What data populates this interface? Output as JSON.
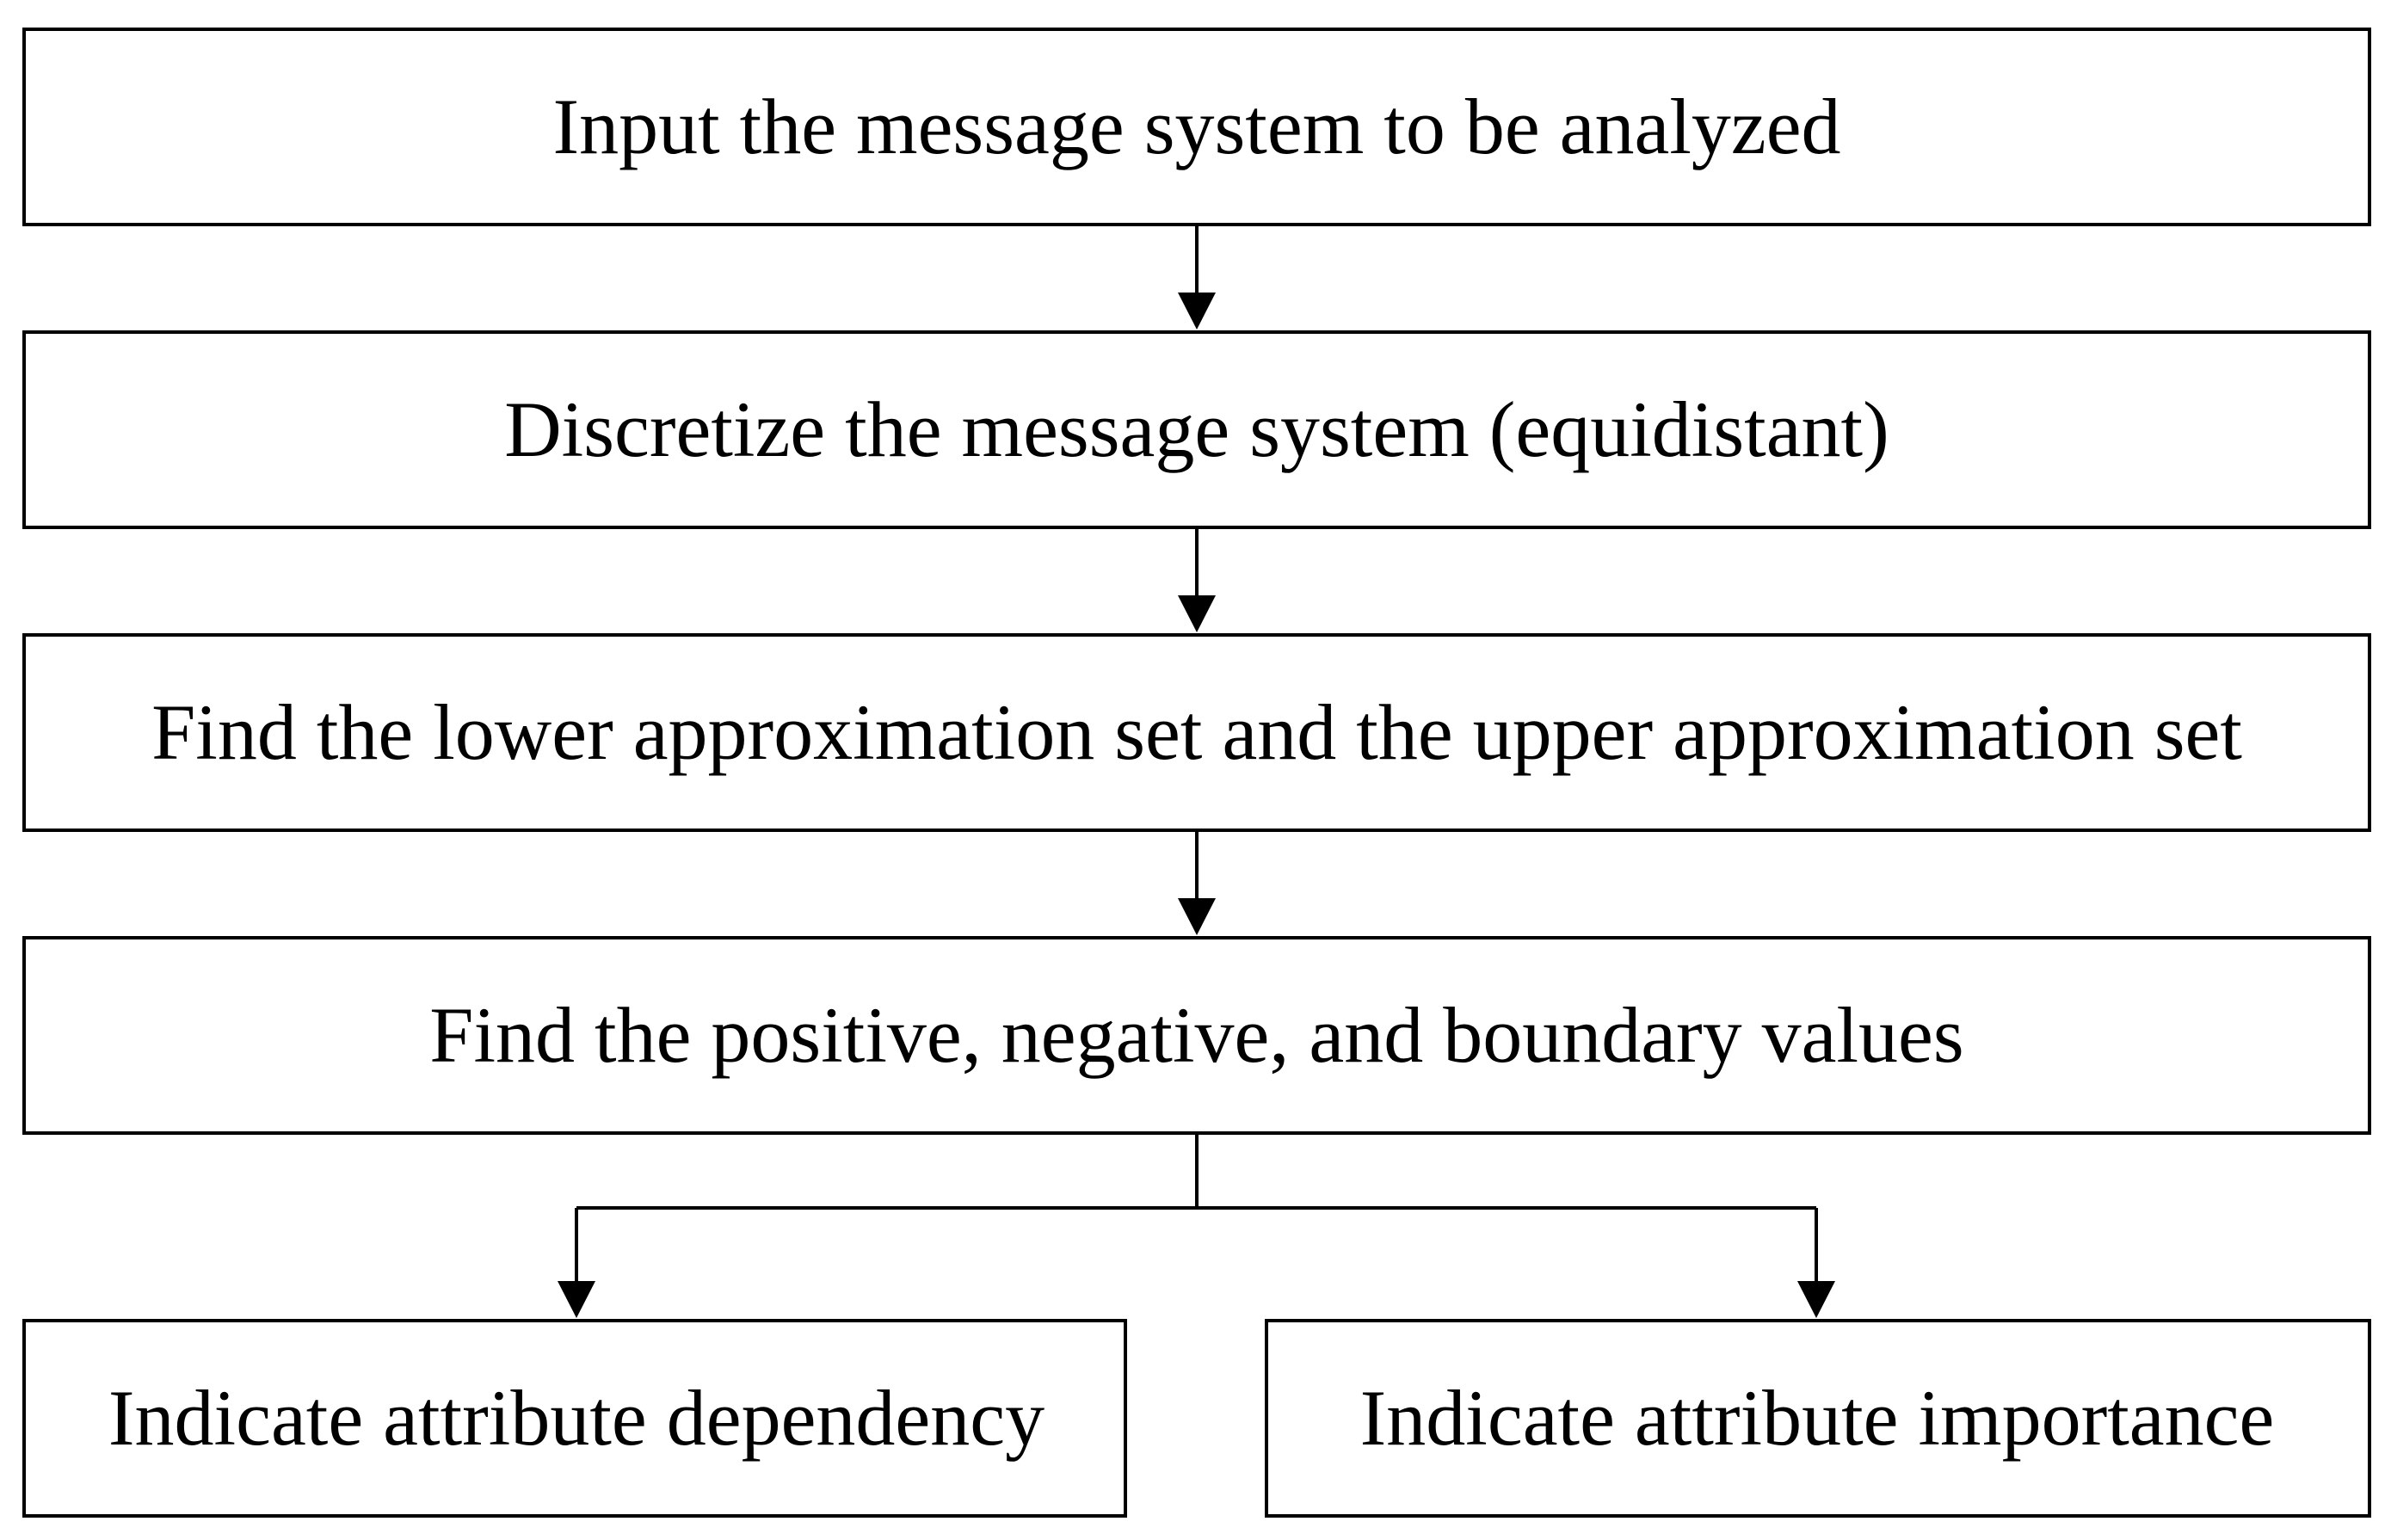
{
  "steps": [
    {
      "id": "input",
      "label": "Input the message system to be analyzed"
    },
    {
      "id": "discretize",
      "label": "Discretize the message system (equidistant)"
    },
    {
      "id": "approx",
      "label": "Find the lower approximation set and the upper approximation set"
    },
    {
      "id": "regions",
      "label": "Find the positive, negative, and boundary values"
    }
  ],
  "outputs": [
    {
      "id": "dependency",
      "label": "Indicate attribute dependency"
    },
    {
      "id": "importance",
      "label": "Indicate attribute importance"
    }
  ]
}
